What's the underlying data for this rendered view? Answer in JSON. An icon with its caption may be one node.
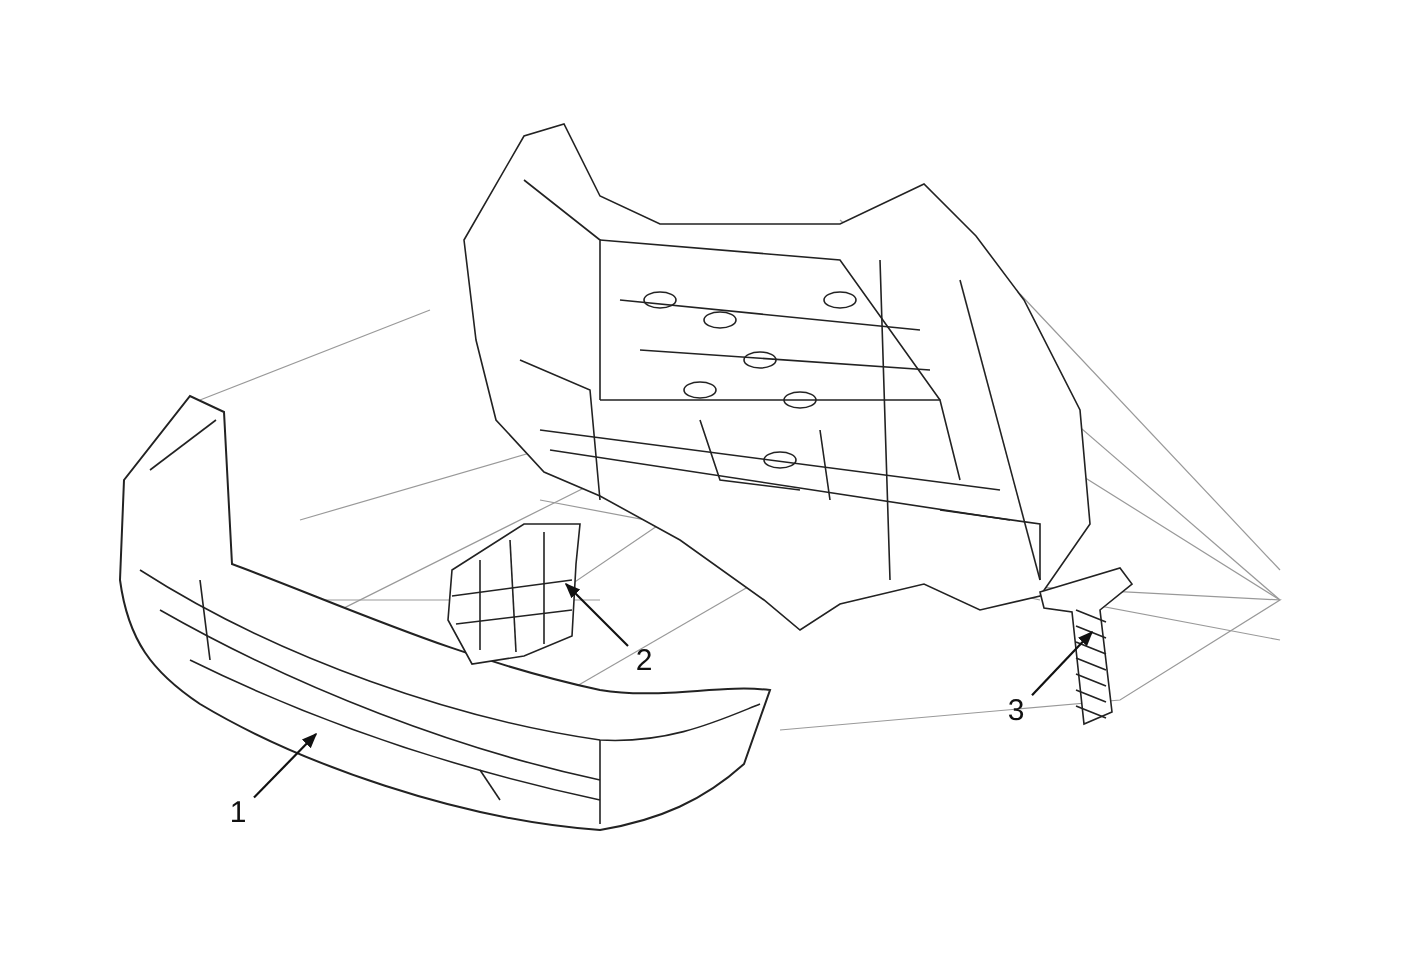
{
  "diagram": {
    "nodes": [
      {
        "text": [
          "1"
        ]
      },
      {
        "text": [
          "2"
        ]
      },
      {
        "text": [
          "3"
        ]
      }
    ],
    "edges": [
      {
        "from": 0,
        "to": null,
        "arrow": "to"
      },
      {
        "from": 1,
        "to": null,
        "arrow": "to"
      },
      {
        "from": 2,
        "to": null,
        "arrow": "to"
      }
    ]
  }
}
